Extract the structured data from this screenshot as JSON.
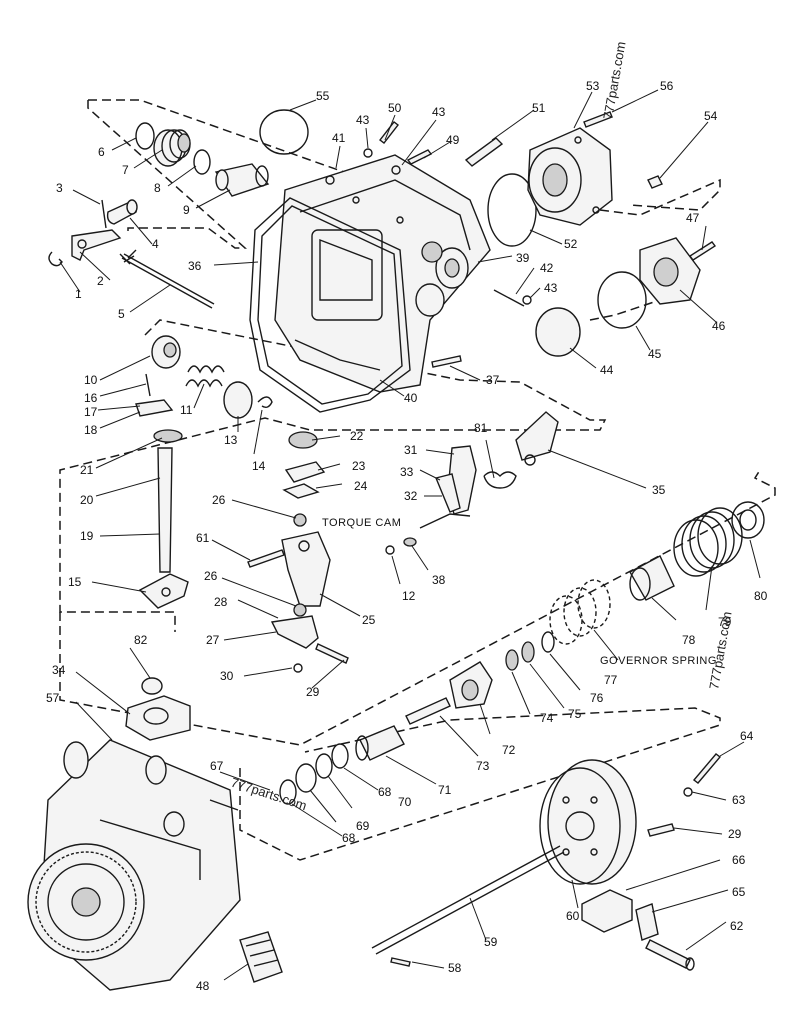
{
  "watermark": "777parts.com",
  "captions": {
    "torque_cam": "TORQUE CAM",
    "governor_spring": "GOVERNOR SPRING"
  },
  "callouts": {
    "c1": "1",
    "c2": "2",
    "c3": "3",
    "c4": "4",
    "c5": "5",
    "c6": "6",
    "c7": "7",
    "c8": "8",
    "c9": "9",
    "c10": "10",
    "c11": "11",
    "c12": "12",
    "c13": "13",
    "c14": "14",
    "c15": "15",
    "c16": "16",
    "c17": "17",
    "c18": "18",
    "c19": "19",
    "c20": "20",
    "c21": "21",
    "c22": "22",
    "c23": "23",
    "c24": "24",
    "c25": "25",
    "c26a": "26",
    "c26b": "26",
    "c27": "27",
    "c28": "28",
    "c29a": "29",
    "c29b": "29",
    "c30": "30",
    "c31": "31",
    "c32": "32",
    "c33": "33",
    "c34": "34",
    "c35": "35",
    "c36": "36",
    "c37": "37",
    "c38": "38",
    "c39": "39",
    "c40": "40",
    "c41": "41",
    "c42": "42",
    "c43a": "43",
    "c43b": "43",
    "c43c": "43",
    "c44": "44",
    "c45": "45",
    "c46": "46",
    "c47": "47",
    "c48": "48",
    "c49": "49",
    "c50": "50",
    "c51": "51",
    "c52": "52",
    "c53": "53",
    "c54": "54",
    "c55": "55",
    "c56": "56",
    "c57": "57",
    "c58": "58",
    "c59": "59",
    "c60": "60",
    "c61": "61",
    "c62": "62",
    "c63": "63",
    "c64": "64",
    "c65": "65",
    "c66": "66",
    "c67": "67",
    "c68a": "68",
    "c68b": "68",
    "c69": "69",
    "c70": "70",
    "c71": "71",
    "c72": "72",
    "c73": "73",
    "c74": "74",
    "c75": "75",
    "c76": "76",
    "c77": "77",
    "c78": "78",
    "c79": "79",
    "c80": "80",
    "c81": "81",
    "c82": "82"
  }
}
